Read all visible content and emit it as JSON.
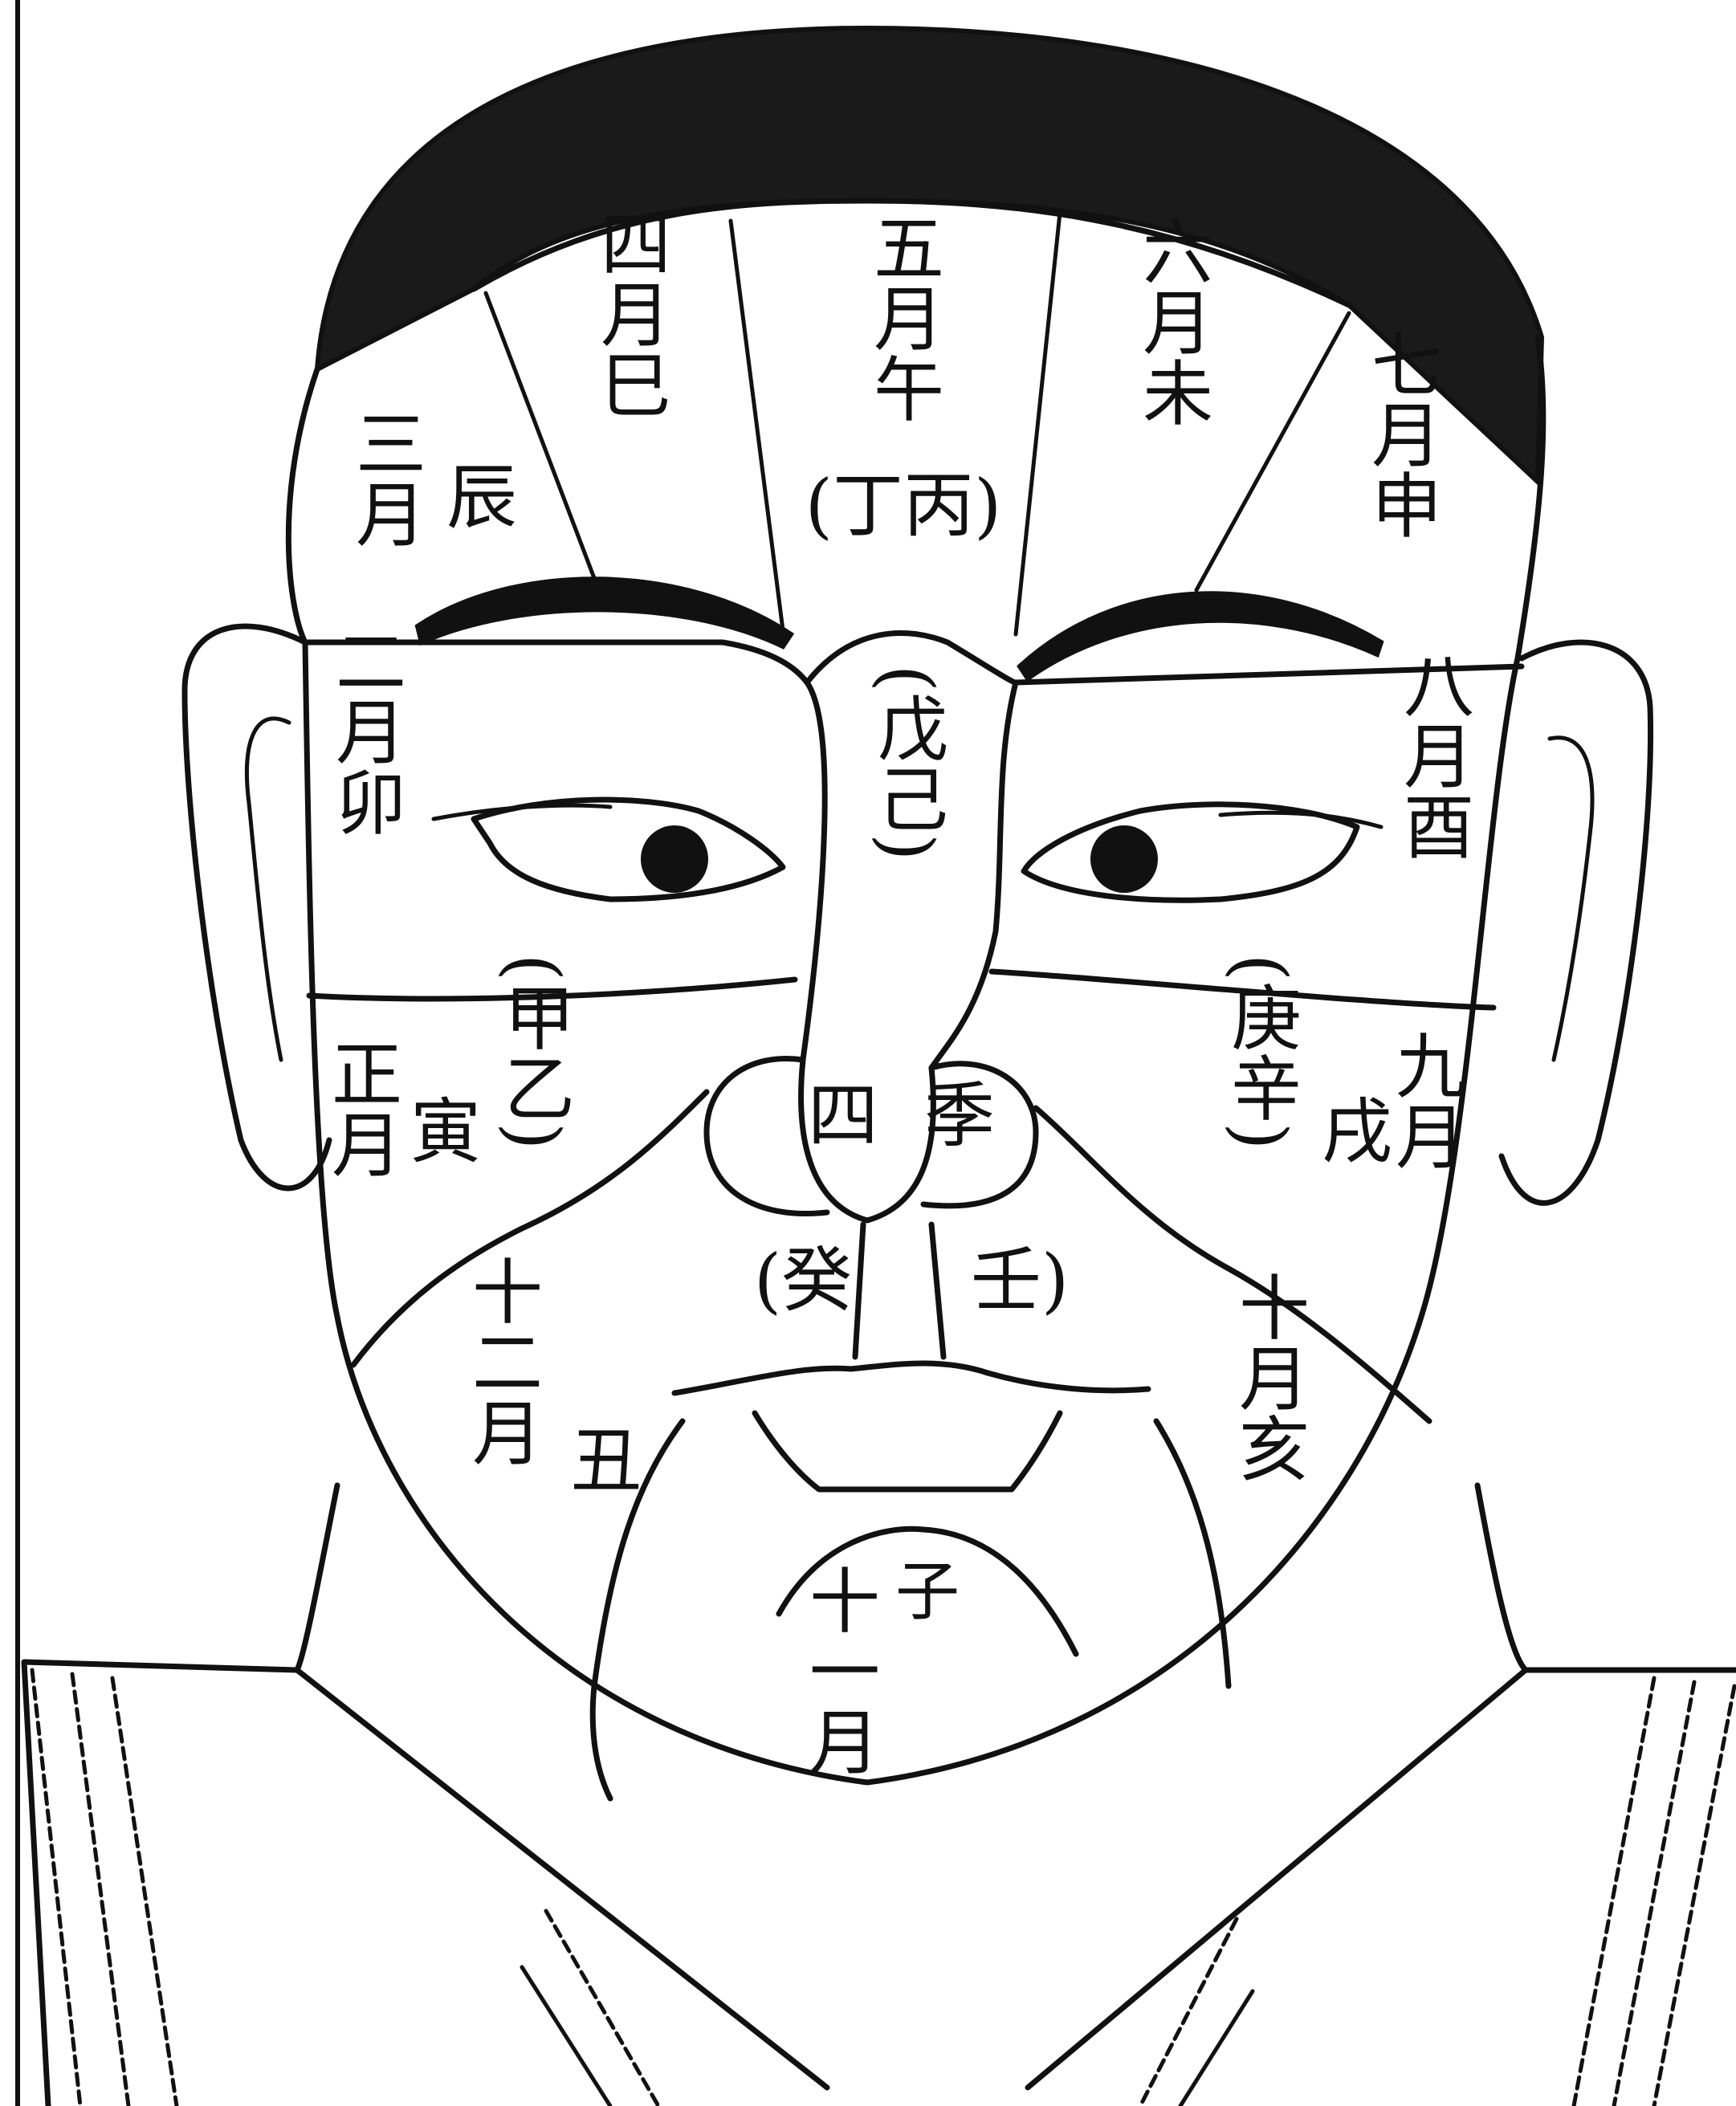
{
  "diagram": {
    "colors": {
      "ink": "#111111",
      "paper": "#ffffff",
      "hair": "#1a1a1a"
    },
    "labels": {
      "m1": "正月",
      "m1_branch": "寅",
      "m1_stems": "(甲乙)",
      "m2": "二月卯",
      "m3": "三月",
      "m3_branch": "辰",
      "m4": "四月巳",
      "m5": "五月午",
      "m5_stems": "(丁丙)",
      "m6": "六月未",
      "m7": "七月申",
      "m8": "八月酉",
      "m9": "九月",
      "m9_branch": "戌",
      "m9_stems": "(庚辛)",
      "m10": "十月亥",
      "m11_branch": "子",
      "m11": "十一月",
      "m12": "十二月",
      "m12_branch": "丑",
      "nose_stems": "(戊己)",
      "four_seasons_1": "四",
      "four_seasons_2": "季",
      "left_stem": "(癸",
      "right_stem": "壬)"
    }
  }
}
